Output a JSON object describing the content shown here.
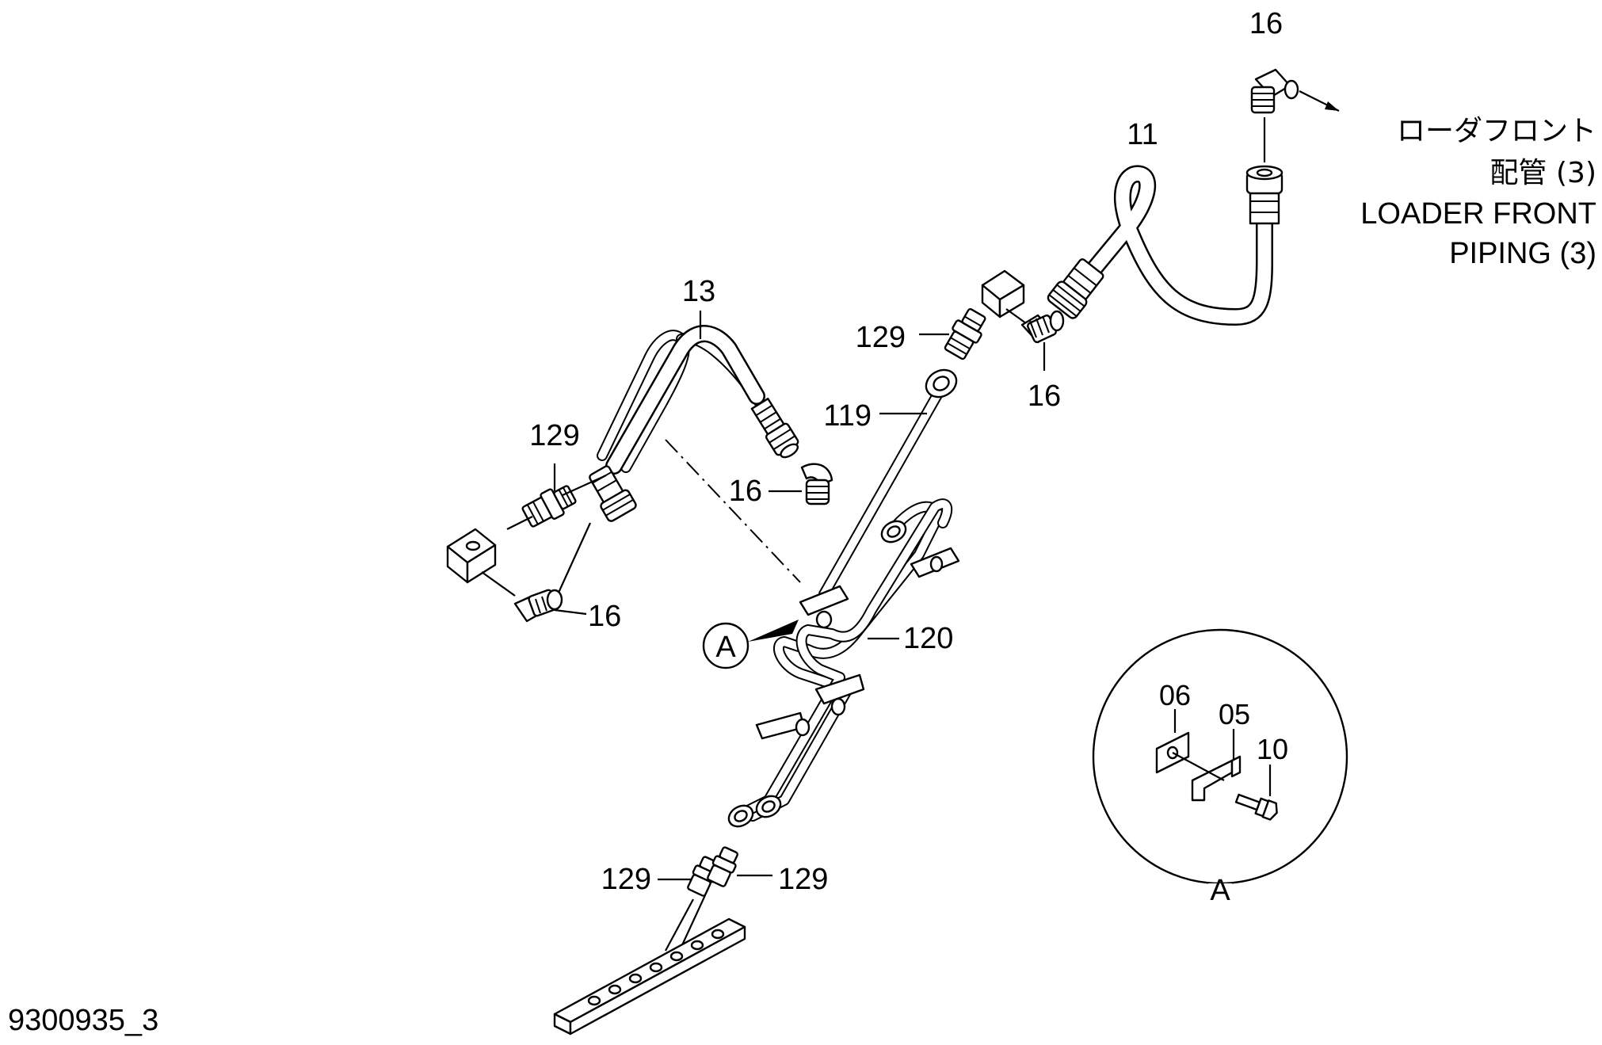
{
  "drawing": {
    "id": "9300935_3"
  },
  "callouts": {
    "c16_top": "16",
    "c11": "11",
    "c13": "13",
    "c129_upper": "129",
    "c16_mid": "16",
    "c119": "119",
    "c129_left": "129",
    "c16_small": "16",
    "c16_left": "16",
    "c120": "120",
    "c129_bottom_left": "129",
    "c129_bottom_right": "129",
    "c06": "06",
    "c05": "05",
    "c10": "10"
  },
  "detail": {
    "marker": "A",
    "view_label": "A"
  },
  "note": {
    "jp_line1": "ローダフロント",
    "jp_line2": "配管 (3)",
    "en_line1": "LOADER FRONT",
    "en_line2": "PIPING (3)"
  }
}
